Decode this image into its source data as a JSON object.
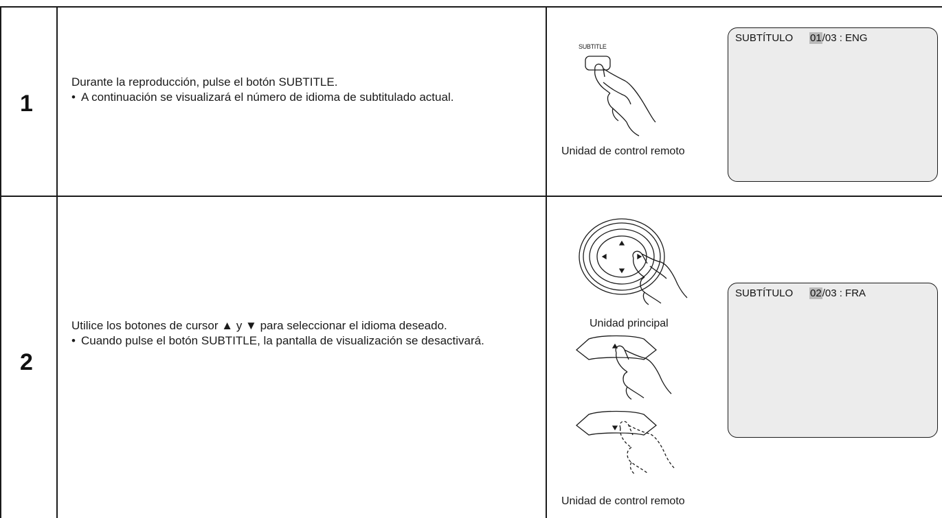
{
  "steps": [
    {
      "number": "1",
      "instruction": "Durante la reproducción, pulse el botón SUBTITLE.",
      "bullet": "A continuación se visualizará el número de idioma de subtitulado actual.",
      "illustration": {
        "button_label": "SUBTITLE",
        "caption": "Unidad de control remoto"
      },
      "screen": {
        "label": "SUBTÍTULO",
        "highlight": "01",
        "rest": "/03 : ENG"
      }
    },
    {
      "number": "2",
      "instruction": "Utilice los botones de cursor ▲ y ▼ para seleccionar el idioma deseado.",
      "bullet": "Cuando pulse el botón SUBTITLE, la pantalla de visualización se desactivará.",
      "illustration": {
        "caption_main": "Unidad principal",
        "caption_remote": "Unidad de control remoto"
      },
      "screen": {
        "label": "SUBTÍTULO",
        "highlight": "02",
        "rest": "/03 : FRA"
      }
    }
  ],
  "icons": [
    "hand-pointer-icon",
    "cursor-dial-icon",
    "cursor-up-button-icon",
    "cursor-down-button-icon"
  ]
}
